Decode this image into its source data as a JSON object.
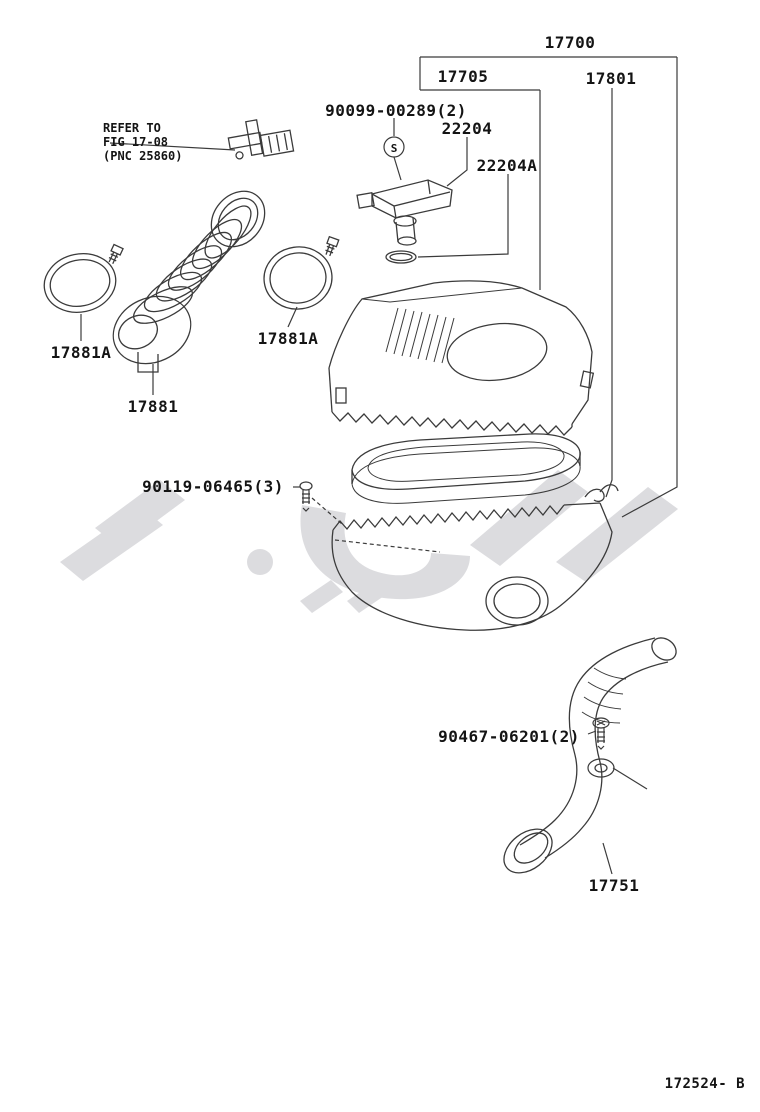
{
  "diagram": {
    "title_code": "172524- B",
    "note": {
      "line1": "REFER TO",
      "line2": "FIG 17-08",
      "line3": "(PNC 25860)"
    },
    "labels": {
      "l17700": "17700",
      "l17705": "17705",
      "l17801": "17801",
      "l90099": "90099-00289(2)",
      "l22204": "22204",
      "l22204a": "22204A",
      "l17881a_1": "17881A",
      "l17881a_2": "17881A",
      "l17881": "17881",
      "l90119": "90119-06465(3)",
      "l90467": "90467-06201(2)",
      "l17751": "17751",
      "screw_symbol": "S"
    },
    "colors": {
      "line": "#3b3b3b",
      "text": "#141414",
      "watermark": "#dcdcdf"
    }
  }
}
